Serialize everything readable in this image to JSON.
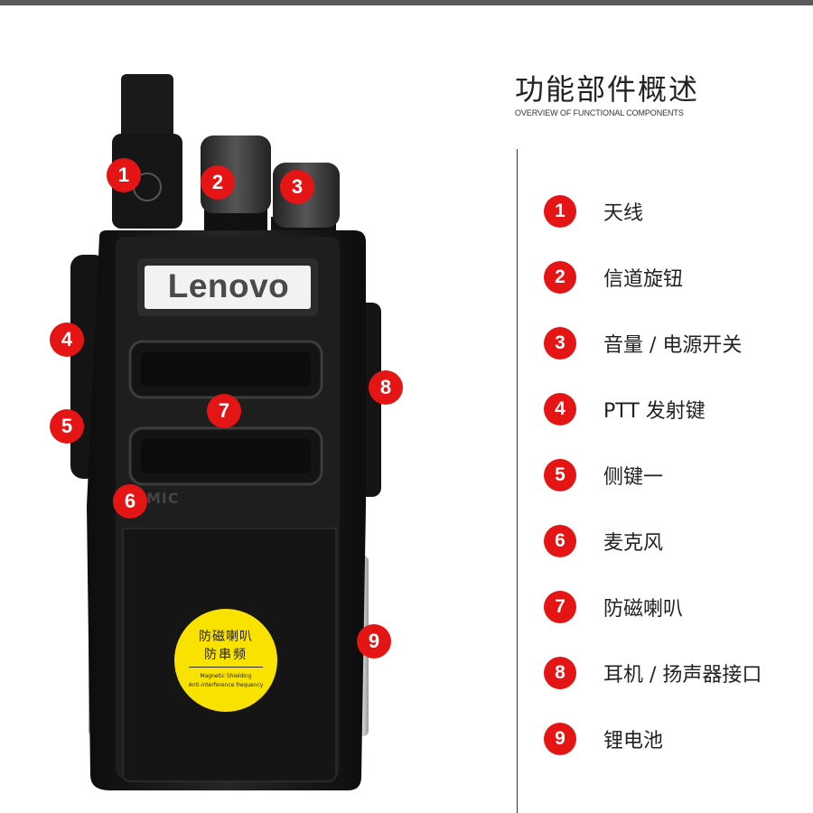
{
  "title": "功能部件概述",
  "subtitle": "OVERVIEW OF FUNCTIONAL COMPONENTS",
  "device": {
    "brand": "Lenovo",
    "mic_label": "MIC",
    "sticker": {
      "line1": "防磁喇叭",
      "line2": "防串频",
      "line3": "Magnetic Shielding",
      "line4": "Anti-interference frequency"
    },
    "callouts": [
      "1",
      "2",
      "3",
      "4",
      "5",
      "6",
      "7",
      "8",
      "9"
    ]
  },
  "components": [
    {
      "number": "1",
      "label": "天线"
    },
    {
      "number": "2",
      "label": "信道旋钮"
    },
    {
      "number": "3",
      "label": "音量 / 电源开关"
    },
    {
      "number": "4",
      "label": "PTT 发射键"
    },
    {
      "number": "5",
      "label": "侧键一"
    },
    {
      "number": "6",
      "label": "麦克风"
    },
    {
      "number": "7",
      "label": "防磁喇叭"
    },
    {
      "number": "8",
      "label": "耳机 / 扬声器接口"
    },
    {
      "number": "9",
      "label": "锂电池"
    }
  ],
  "colors": {
    "accent": "#e61515",
    "sticker": "#f9e200",
    "body": "#1c1c1c"
  }
}
